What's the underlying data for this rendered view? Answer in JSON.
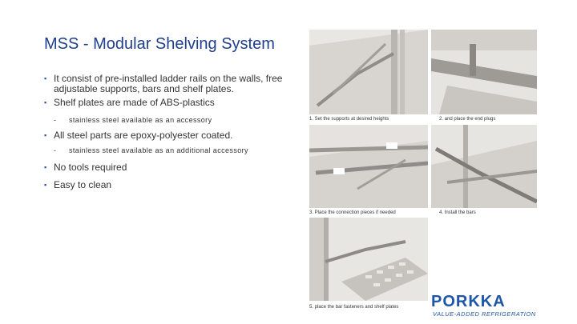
{
  "slide": {
    "title": "MSS - Modular Shelving System",
    "bullets": [
      {
        "text": "It consist of pre-installed ladder rails on the walls, free adjustable supports, bars and shelf plates."
      },
      {
        "text": "Shelf plates are made of ABS-plastics",
        "sub": "stainless steel available as an accessory"
      },
      {
        "text": "All steel parts are epoxy-polyester coated.",
        "sub": "stainless steel available as an additional accessory"
      },
      {
        "text": "No tools required"
      },
      {
        "text": "Easy to clean"
      }
    ],
    "bullet_glyph": "▪",
    "dash_glyph": "-"
  },
  "photos": {
    "captions": [
      "1. Set the supports at desired heights",
      "2. and place the end plugs",
      "3. Place the connection pieces if needed",
      "4. Install the bars",
      "5. place the bar fasteners and shelf plates"
    ]
  },
  "logo": {
    "main": "PORKKA",
    "sub": "VALUE-ADDED REFRIGERATION"
  },
  "colors": {
    "title": "#1f3f8c",
    "brand": "#1d56a8"
  }
}
